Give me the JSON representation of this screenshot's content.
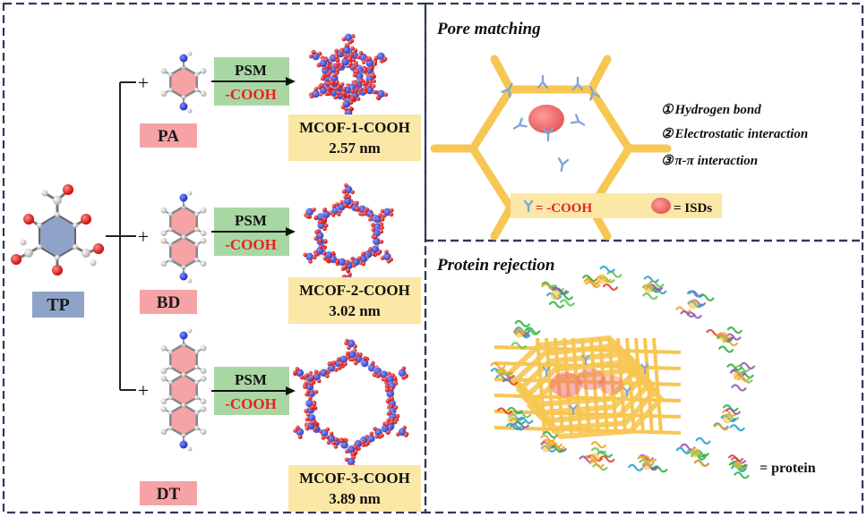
{
  "left_panel": {
    "core": {
      "label": "TP",
      "color": "#8ea3c7"
    },
    "rows": [
      {
        "linker": "PA",
        "step_top": "PSM",
        "step_bottom": "-COOH",
        "product": "MCOF-1-COOH",
        "pore": "2.57 nm"
      },
      {
        "linker": "BD",
        "step_top": "PSM",
        "step_bottom": "-COOH",
        "product": "MCOF-2-COOH",
        "pore": "3.02 nm"
      },
      {
        "linker": "DT",
        "step_top": "PSM",
        "step_bottom": "-COOH",
        "product": "MCOF-3-COOH",
        "pore": "3.89 nm"
      }
    ],
    "plus_sign": "+"
  },
  "pore_matching": {
    "title": "Pore matching",
    "interactions": [
      {
        "num": "①",
        "text": "Hydrogen bond"
      },
      {
        "num": "②",
        "text": "Electrostatic interaction"
      },
      {
        "num": "③",
        "text": "π-π interaction"
      }
    ],
    "legend_cooh": "= -COOH",
    "legend_isd": "=  ISDs"
  },
  "protein_rejection": {
    "title": "Protein rejection",
    "legend_protein": "= protein"
  },
  "colors": {
    "frame": "#2f3a5a",
    "linker_pink": "#f6a3a6",
    "psm_green": "#a9d7a4",
    "product_yellow": "#fbe7a6",
    "cooh_red": "#e8231f",
    "framework_yellow": "#f7c653",
    "isd": "#ee6f6f",
    "cooh_blue": "#7fa6d6"
  }
}
